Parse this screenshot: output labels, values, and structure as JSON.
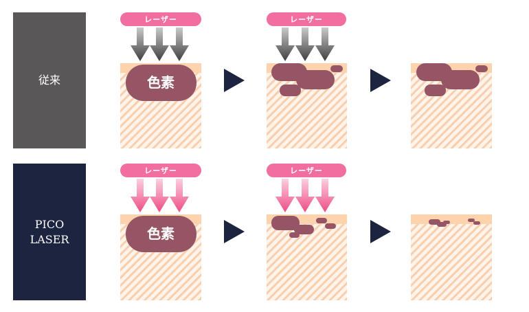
{
  "rows": [
    {
      "label_lines": [
        "従来"
      ],
      "label_color": "#595757",
      "arrow_style": "gray"
    },
    {
      "label_lines": [
        "PICO",
        "LASER"
      ],
      "label_color": "#1d2440",
      "arrow_style": "pink"
    }
  ],
  "laser_label": "レーザー",
  "pigment_label": "色素",
  "colors": {
    "pill": "#f26da0",
    "pigment": "#955565",
    "skin_top": "#fcd3ad",
    "skin_hatch": "#f8c8a8",
    "skin_bg": "#fff3ea",
    "step_arrow": "#1d2440"
  }
}
